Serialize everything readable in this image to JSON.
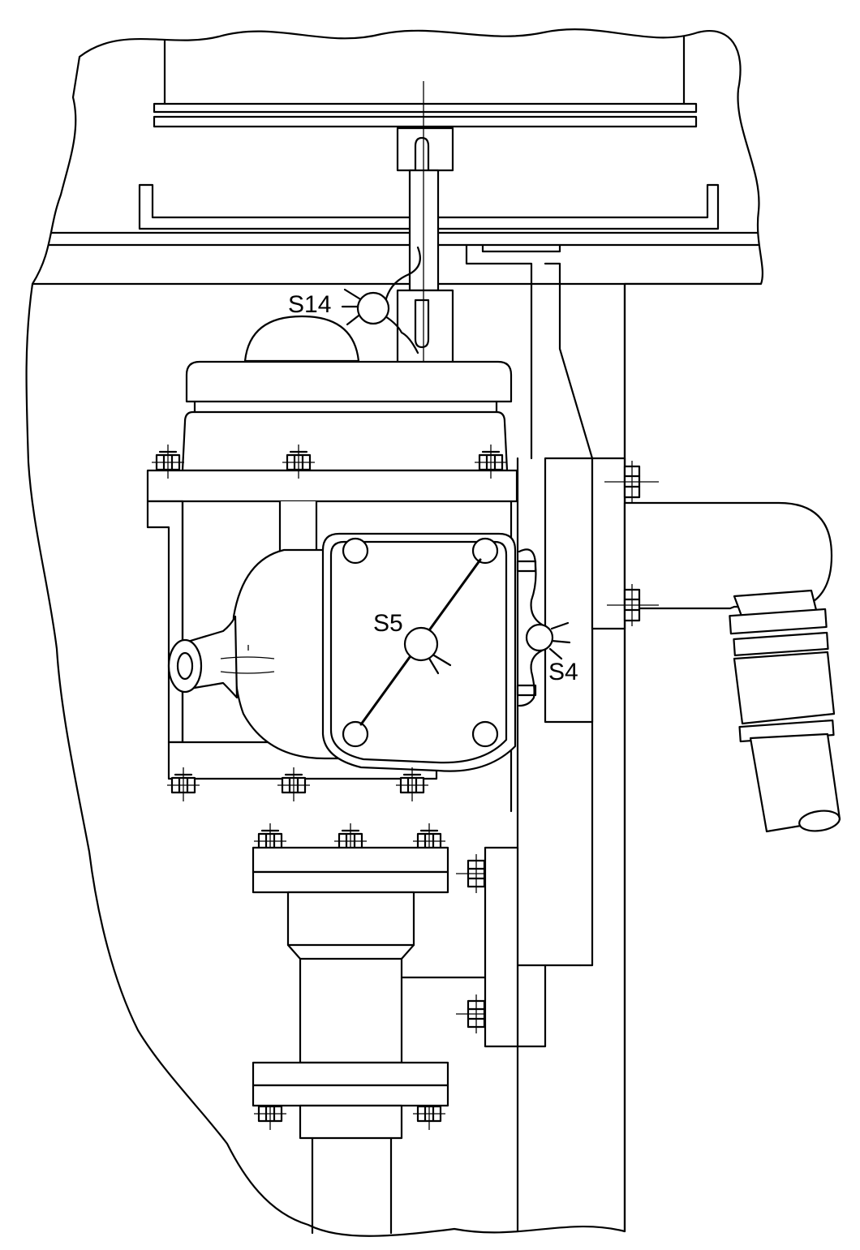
{
  "labels": {
    "s14": "S14",
    "s5": "S5",
    "s4": "S4"
  },
  "colors": {
    "line": "#000000",
    "background": "#ffffff"
  }
}
